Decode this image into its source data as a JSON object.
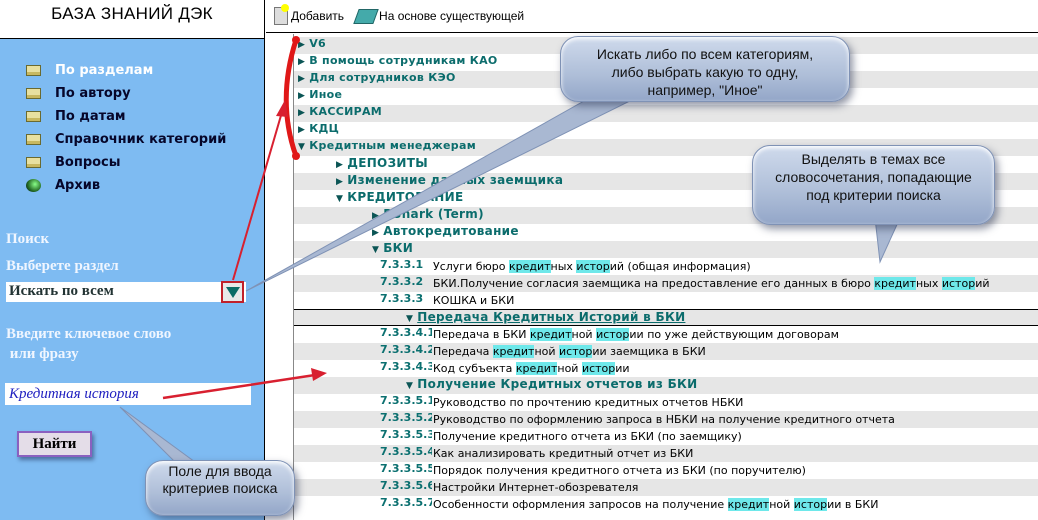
{
  "sidebar": {
    "title": "БАЗА ЗНАНИЙ ДЭК",
    "nav": [
      "По разделам",
      "По автору",
      "По датам",
      "Справочник категорий",
      "Вопросы",
      "Архив"
    ],
    "search_heading": "Поиск",
    "select_label": "Выберете раздел",
    "select_value": "Искать по всем",
    "keyword_label_1": "Введите ключевое слово",
    "keyword_label_2": " или фразу",
    "keyword_value": "Кредитная история",
    "find_button": "Найти"
  },
  "toolbar": {
    "add": "Добавить",
    "based_on": "На основе существующей"
  },
  "tree": [
    {
      "type": "cat",
      "level": 0,
      "exp": false,
      "text": "V6"
    },
    {
      "type": "cat",
      "level": 0,
      "exp": false,
      "text": "В помощь сотрудникам КАО"
    },
    {
      "type": "cat",
      "level": 0,
      "exp": false,
      "text": "Для сотрудников КЭО"
    },
    {
      "type": "cat",
      "level": 0,
      "exp": false,
      "text": "Иное"
    },
    {
      "type": "cat",
      "level": 0,
      "exp": false,
      "text": "КАССИРАМ"
    },
    {
      "type": "cat",
      "level": 0,
      "exp": false,
      "text": "КДЦ"
    },
    {
      "type": "cat",
      "level": 0,
      "exp": true,
      "text": "Кредитным менеджерам"
    },
    {
      "type": "cat",
      "level": 1,
      "exp": false,
      "text": "ДЕПОЗИТЫ"
    },
    {
      "type": "cat",
      "level": 1,
      "exp": false,
      "text": "Изменение данных заемщика"
    },
    {
      "type": "cat",
      "level": 1,
      "exp": true,
      "text": "КРЕДИТОВАНИЕ"
    },
    {
      "type": "cat",
      "level": 2,
      "exp": false,
      "text": "RShark (Term)"
    },
    {
      "type": "cat",
      "level": 2,
      "exp": false,
      "text": "Автокредитование"
    },
    {
      "type": "cat",
      "level": 2,
      "exp": true,
      "text": "БКИ"
    },
    {
      "type": "item",
      "num": "7.3.3.1",
      "parts": [
        [
          "Услуги бюро ",
          0
        ],
        [
          "кредит",
          1
        ],
        [
          "ных ",
          0
        ],
        [
          "истор",
          1
        ],
        [
          "ий (общая информация)",
          0
        ]
      ]
    },
    {
      "type": "item",
      "num": "7.3.3.2",
      "parts": [
        [
          "БКИ.Получение согласия заемщика на предоставление его данных в бюро ",
          0
        ],
        [
          "кредит",
          1
        ],
        [
          "ных ",
          0
        ],
        [
          "истор",
          1
        ],
        [
          "ий",
          0
        ]
      ]
    },
    {
      "type": "item",
      "num": "7.3.3.3",
      "parts": [
        [
          "КОШКА и БКИ",
          0
        ]
      ]
    },
    {
      "type": "cat",
      "level": 3,
      "exp": true,
      "sep": true,
      "text": "Передача Кредитных Историй в БКИ"
    },
    {
      "type": "item",
      "num": "7.3.3.4.1",
      "parts": [
        [
          "Передача в БКИ ",
          0
        ],
        [
          "кредит",
          1
        ],
        [
          "ной ",
          0
        ],
        [
          "истор",
          1
        ],
        [
          "ии по уже действующим договорам",
          0
        ]
      ]
    },
    {
      "type": "item",
      "num": "7.3.3.4.2",
      "parts": [
        [
          "Передача ",
          0
        ],
        [
          "кредит",
          1
        ],
        [
          "ной ",
          0
        ],
        [
          "истор",
          1
        ],
        [
          "ии заемщика в БКИ",
          0
        ]
      ]
    },
    {
      "type": "item",
      "num": "7.3.3.4.3",
      "parts": [
        [
          "Код субъекта ",
          0
        ],
        [
          "кредит",
          1
        ],
        [
          "ной ",
          0
        ],
        [
          "истор",
          1
        ],
        [
          "ии",
          0
        ]
      ]
    },
    {
      "type": "cat",
      "level": 3,
      "exp": true,
      "text": "Получение Кредитных отчетов из БКИ"
    },
    {
      "type": "item",
      "num": "7.3.3.5.1",
      "parts": [
        [
          "Руководство по прочтению кредитных отчетов НБКИ",
          0
        ]
      ]
    },
    {
      "type": "item",
      "num": "7.3.3.5.2",
      "parts": [
        [
          "Руководство по оформлению запроса в НБКИ на получение кредитного отчета",
          0
        ]
      ]
    },
    {
      "type": "item",
      "num": "7.3.3.5.3",
      "parts": [
        [
          "Получение кредитного отчета из БКИ (по заемщику)",
          0
        ]
      ]
    },
    {
      "type": "item",
      "num": "7.3.3.5.4",
      "parts": [
        [
          "Как анализировать кредитный отчет из БКИ",
          0
        ]
      ]
    },
    {
      "type": "item",
      "num": "7.3.3.5.5",
      "parts": [
        [
          "Порядок получения кредитного отчета из БКИ (по поручителю)",
          0
        ]
      ]
    },
    {
      "type": "item",
      "num": "7.3.3.5.6",
      "parts": [
        [
          "Настройки Интернет-обозревателя",
          0
        ]
      ]
    },
    {
      "type": "item",
      "num": "7.3.3.5.7",
      "parts": [
        [
          "Особенности оформления запросов на получение ",
          0
        ],
        [
          "кредит",
          1
        ],
        [
          "ной ",
          0
        ],
        [
          "истор",
          1
        ],
        [
          "ии в БКИ",
          0
        ]
      ]
    }
  ],
  "callouts": {
    "c1": "Искать либо по всем категориям, либо выбрать какую то одну, например, \"Иное\"",
    "c2": "Выделять в темах все словосочетания, попадающие под критерии поиска",
    "c3": "Поле для ввода критериев поиска"
  },
  "colors": {
    "sidebar": "#7ebbf2",
    "tree_text": "#0b6c6c",
    "highlight": "#6ee8ea",
    "annotation": "#e02020"
  }
}
